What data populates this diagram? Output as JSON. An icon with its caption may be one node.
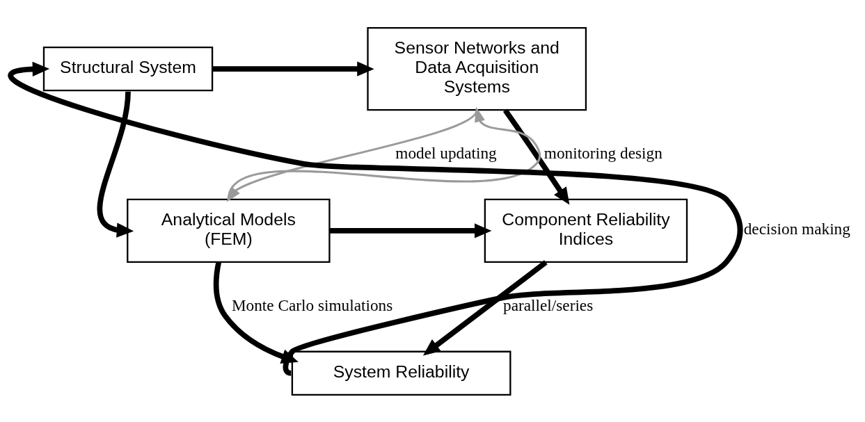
{
  "diagram": {
    "nodes": [
      {
        "text": [
          "Structural System"
        ]
      },
      {
        "text": [
          "Sensor Networks and Data Acquisition Systems"
        ]
      },
      {
        "text": [
          "Analytical Models (FEM)"
        ]
      },
      {
        "text": [
          "Component Reliability Indices"
        ]
      },
      {
        "text": [
          "System Reliability"
        ]
      }
    ],
    "edges": [
      {
        "from": 0,
        "to": 1,
        "arrow": "to"
      },
      {
        "from": 0,
        "to": 2,
        "arrow": "to"
      },
      {
        "from": 2,
        "to": 1,
        "arrow": "to",
        "label": "monitoring design",
        "color": "#9a9a9a"
      },
      {
        "from": 1,
        "to": 2,
        "arrow": "to",
        "label": "model updating",
        "color": "#9a9a9a"
      },
      {
        "from": 1,
        "to": 3,
        "arrow": "to"
      },
      {
        "from": 2,
        "to": 3,
        "arrow": "to"
      },
      {
        "from": 2,
        "to": 4,
        "arrow": "to",
        "label": "Monte Carlo simulations"
      },
      {
        "from": 3,
        "to": 4,
        "arrow": "to",
        "label": "parallel/series"
      },
      {
        "from": 4,
        "to": 0,
        "arrow": "to",
        "label": "decision making"
      }
    ]
  }
}
